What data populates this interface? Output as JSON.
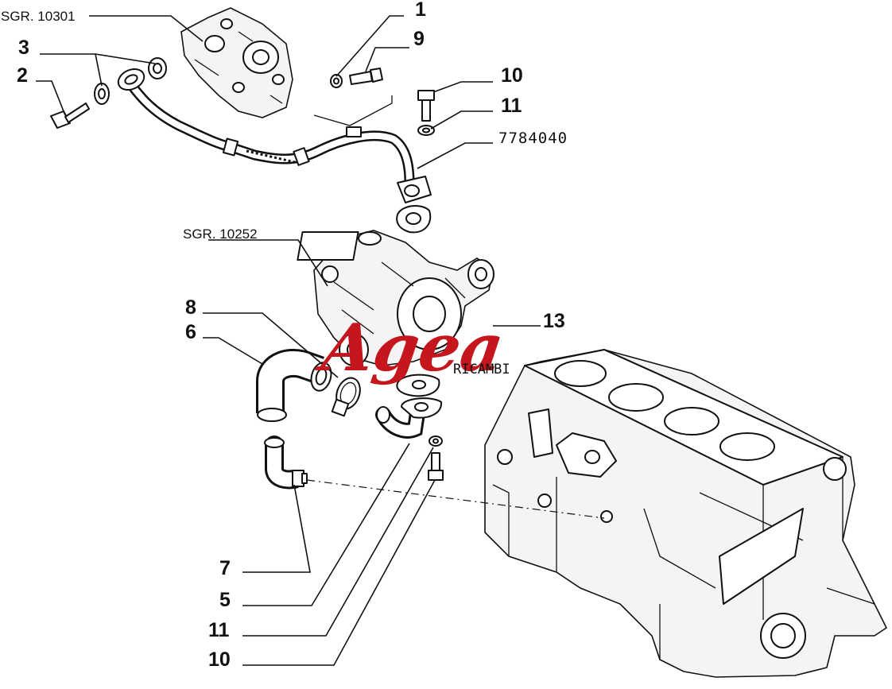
{
  "references": {
    "sgr_10301": "SGR. 10301",
    "sgr_10252": "SGR. 10252",
    "part_7784040": "7784040"
  },
  "callouts": [
    {
      "id": "c1",
      "label": "1"
    },
    {
      "id": "c9",
      "label": "9"
    },
    {
      "id": "c3",
      "label": "3"
    },
    {
      "id": "c2",
      "label": "2"
    },
    {
      "id": "c10a",
      "label": "10"
    },
    {
      "id": "c11a",
      "label": "11"
    },
    {
      "id": "c8",
      "label": "8"
    },
    {
      "id": "c6",
      "label": "6"
    },
    {
      "id": "c13",
      "label": "13"
    },
    {
      "id": "c7",
      "label": "7"
    },
    {
      "id": "c5",
      "label": "5"
    },
    {
      "id": "c11b",
      "label": "11"
    },
    {
      "id": "c10b",
      "label": "10"
    }
  ],
  "logo": {
    "name": "Agea",
    "subtitle": "RICAMBI",
    "color": "#c4161c"
  },
  "icons": [
    "water-pump-icon",
    "turbocharger-icon",
    "engine-block-icon",
    "oil-feed-pipe-icon",
    "oil-return-hose-icon",
    "hose-clamp-icon",
    "elbow-fitting-icon",
    "gasket-icon",
    "bolt-icon",
    "washer-icon"
  ]
}
